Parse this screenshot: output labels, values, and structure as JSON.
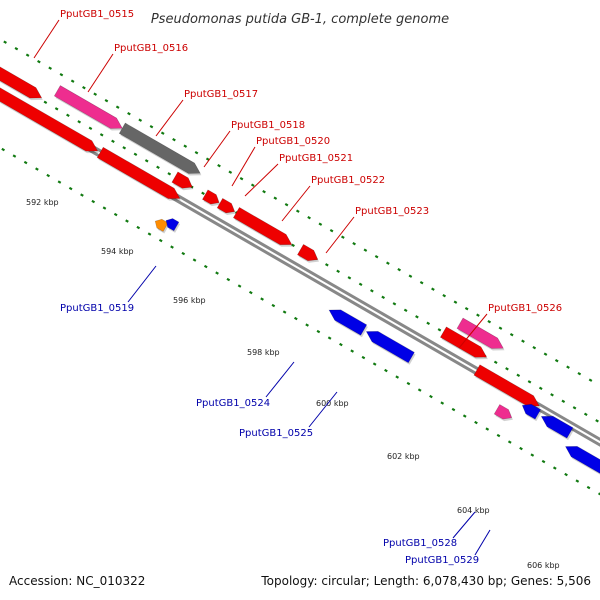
{
  "title": "Pseudomonas putida GB-1, complete genome",
  "footer": {
    "accession": "Accession: NC_010322",
    "summary": "Topology: circular; Length: 6,078,430 bp; Genes: 5,506"
  },
  "colors": {
    "red": "#ee0000",
    "pink": "#ee2d8f",
    "gray": "#666666",
    "blue": "#0000e6",
    "orange": "#ff8c00",
    "backbone": "#888888",
    "tick": "#117a11",
    "label_fwd": "#cc0000",
    "label_rev": "#0000aa"
  },
  "ticks": [
    {
      "label": "592 kbp",
      "pos": 592
    },
    {
      "label": "594 kbp",
      "pos": 594
    },
    {
      "label": "596 kbp",
      "pos": 596
    },
    {
      "label": "598 kbp",
      "pos": 598
    },
    {
      "label": "600 kbp",
      "pos": 600
    },
    {
      "label": "602 kbp",
      "pos": 602
    },
    {
      "label": "604 kbp",
      "pos": 604
    },
    {
      "label": "606 kbp",
      "pos": 606
    }
  ],
  "genes": [
    {
      "name": "PputGB1_0515",
      "strand": "+",
      "color": "red"
    },
    {
      "name": "PputGB1_0516",
      "strand": "+",
      "color": "pink"
    },
    {
      "name": "PputGB1_0517",
      "strand": "+",
      "color": "gray"
    },
    {
      "name": "PputGB1_0518",
      "strand": "+",
      "color": "red"
    },
    {
      "name": "PputGB1_0519",
      "strand": "-",
      "color": "blue"
    },
    {
      "name": "PputGB1_0520",
      "strand": "+",
      "color": "red"
    },
    {
      "name": "PputGB1_0521",
      "strand": "+",
      "color": "red"
    },
    {
      "name": "PputGB1_0522",
      "strand": "+",
      "color": "red"
    },
    {
      "name": "PputGB1_0523",
      "strand": "+",
      "color": "red"
    },
    {
      "name": "PputGB1_0524",
      "strand": "-",
      "color": "blue"
    },
    {
      "name": "PputGB1_0525",
      "strand": "-",
      "color": "blue"
    },
    {
      "name": "PputGB1_0526",
      "strand": "+",
      "color": "pink"
    },
    {
      "name": "PputGB1_0528",
      "strand": "-",
      "color": "blue"
    },
    {
      "name": "PputGB1_0529",
      "strand": "-",
      "color": "blue"
    }
  ]
}
